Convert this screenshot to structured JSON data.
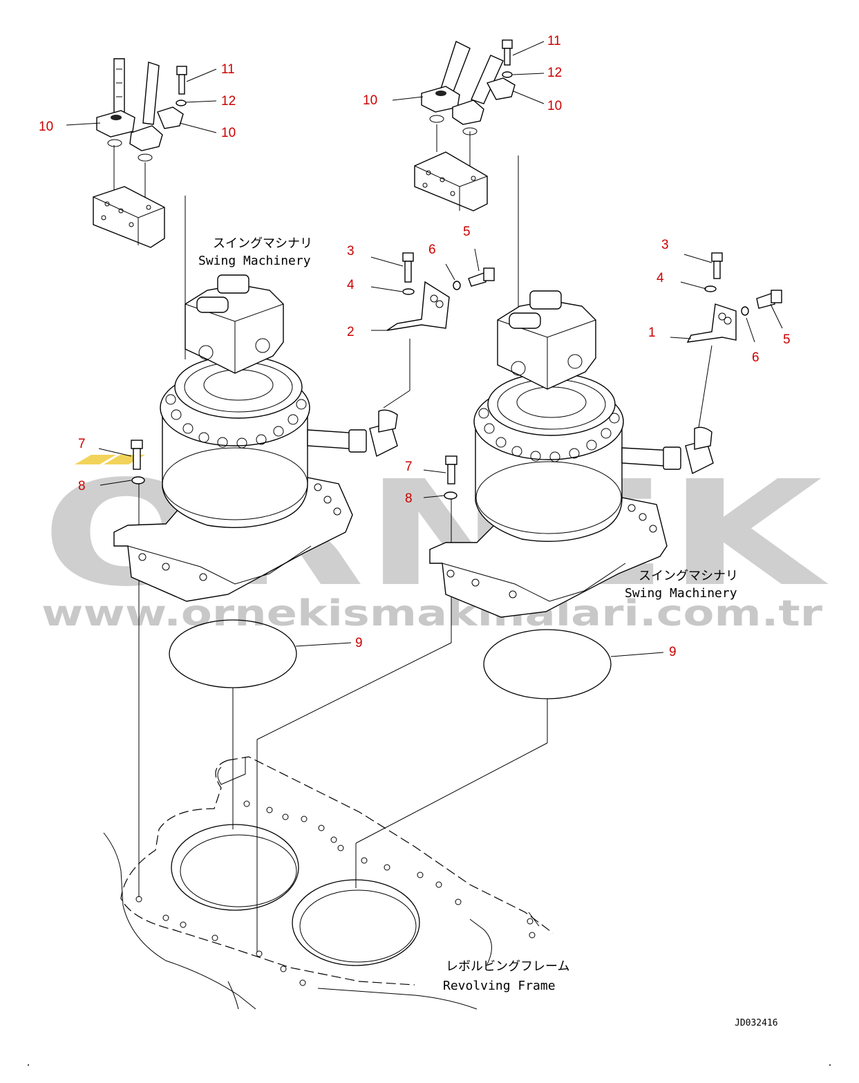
{
  "watermark": {
    "brand": "ORNEK",
    "url": "www.ornekismakinalari.com.tr"
  },
  "labels": {
    "swing_machinery_left_jp": "スイングマシナリ",
    "swing_machinery_left_en": "Swing Machinery",
    "swing_machinery_right_jp": "スイングマシナリ",
    "swing_machinery_right_en": "Swing Machinery",
    "revolving_frame_jp": "レボルビングフレーム",
    "revolving_frame_en": "Revolving Frame",
    "drawing_ref": "JD032416"
  },
  "callouts": [
    {
      "num": "11"
    },
    {
      "num": "12"
    },
    {
      "num": "10"
    },
    {
      "num": "10"
    },
    {
      "num": "11"
    },
    {
      "num": "12"
    },
    {
      "num": "10"
    },
    {
      "num": "10"
    },
    {
      "num": "3"
    },
    {
      "num": "4"
    },
    {
      "num": "2"
    },
    {
      "num": "6"
    },
    {
      "num": "5"
    },
    {
      "num": "3"
    },
    {
      "num": "4"
    },
    {
      "num": "1"
    },
    {
      "num": "6"
    },
    {
      "num": "5"
    },
    {
      "num": "7"
    },
    {
      "num": "8"
    },
    {
      "num": "7"
    },
    {
      "num": "8"
    },
    {
      "num": "9"
    },
    {
      "num": "9"
    }
  ],
  "colors": {
    "callout": "#cc0000",
    "line": "#000000",
    "watermark": "#cfcfcf",
    "watermark_accent": "#f2d35a"
  }
}
